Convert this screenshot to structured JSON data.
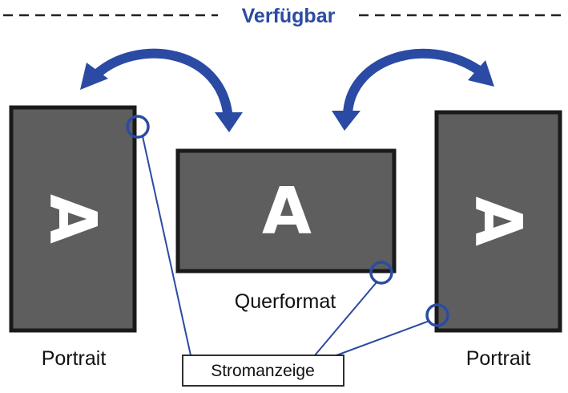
{
  "title": "Verfügbar",
  "screens": {
    "left": {
      "letter": "A",
      "caption": "Portrait"
    },
    "center": {
      "letter": "A",
      "caption": "Querformat"
    },
    "right": {
      "letter": "A",
      "caption": "Portrait"
    }
  },
  "power_label": "Stromanzeige",
  "colors": {
    "accent": "#2b4aa3",
    "screen_fill": "#5e5e5e",
    "screen_border": "#1a1a1a",
    "text": "#111111"
  }
}
